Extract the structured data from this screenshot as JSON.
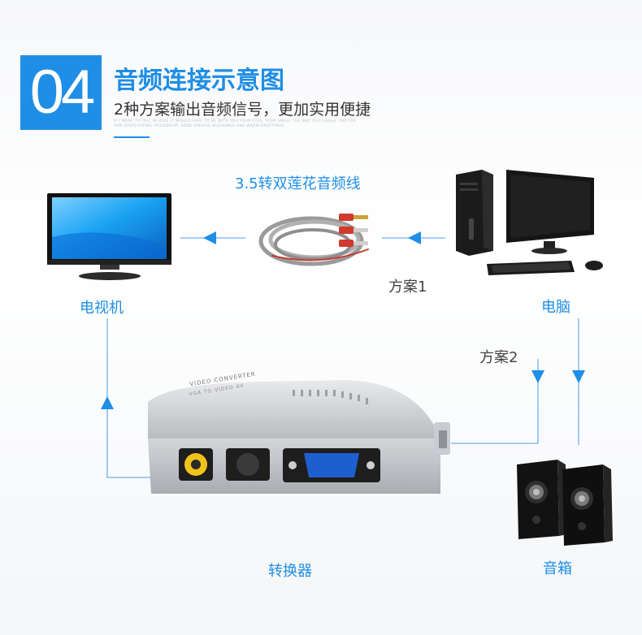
{
  "header": {
    "number": "04",
    "title": "音频连接示意图",
    "subtitle": "2种方案输出音频信号，更加实用便捷",
    "tagline": "IF I WERE TO FALL IN LOVE IT WOULD HAVE TO BE WITH YOU YOUR EYES, YOUR SMILE, THE WAY YOU LAUGH, THE FOR OUR EVERLASTING FRIENDSHIP, SEND SINCERE BLESSINGS AND WARM GREETINGS"
  },
  "labels": {
    "cable": "3.5转双莲花音频线",
    "tv": "电视机",
    "pc": "电脑",
    "plan1": "方案1",
    "plan2": "方案2",
    "converter": "转换器",
    "speakers": "音箱"
  },
  "device_text": {
    "converter_top": "VIDEO CONVERTER",
    "converter_sub": "VGA TO VIDEO AV"
  },
  "colors": {
    "accent": "#1f8ee6",
    "line": "#6fb1ee"
  }
}
